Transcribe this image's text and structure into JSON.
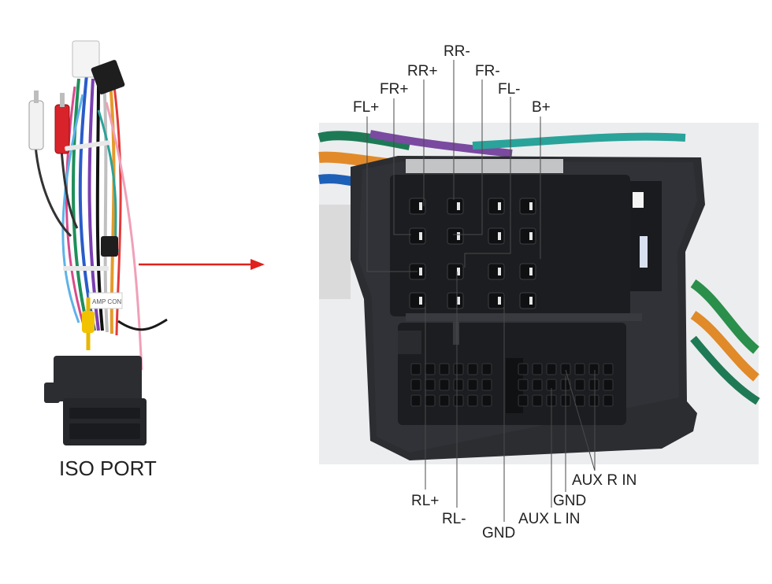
{
  "caption": "ISO PORT",
  "harness_tag": "AMP CON",
  "colors": {
    "arrow": "#e0211d",
    "leader": "#4a4a4a",
    "connector_body": "#2b2d31",
    "connector_dark": "#1c1d20"
  },
  "top_pins": {
    "rr_minus": "RR-",
    "rr_plus": "RR+",
    "fr_minus": "FR-",
    "fr_plus": "FR+",
    "fl_minus": "FL-",
    "fl_plus": "FL+",
    "b_plus": "B+"
  },
  "bottom_pins": {
    "rl_plus": "RL+",
    "rl_minus": "RL-",
    "gnd_main": "GND",
    "aux_l_in": "AUX L IN",
    "gnd_aux": "GND",
    "aux_r_in": "AUX R IN"
  }
}
